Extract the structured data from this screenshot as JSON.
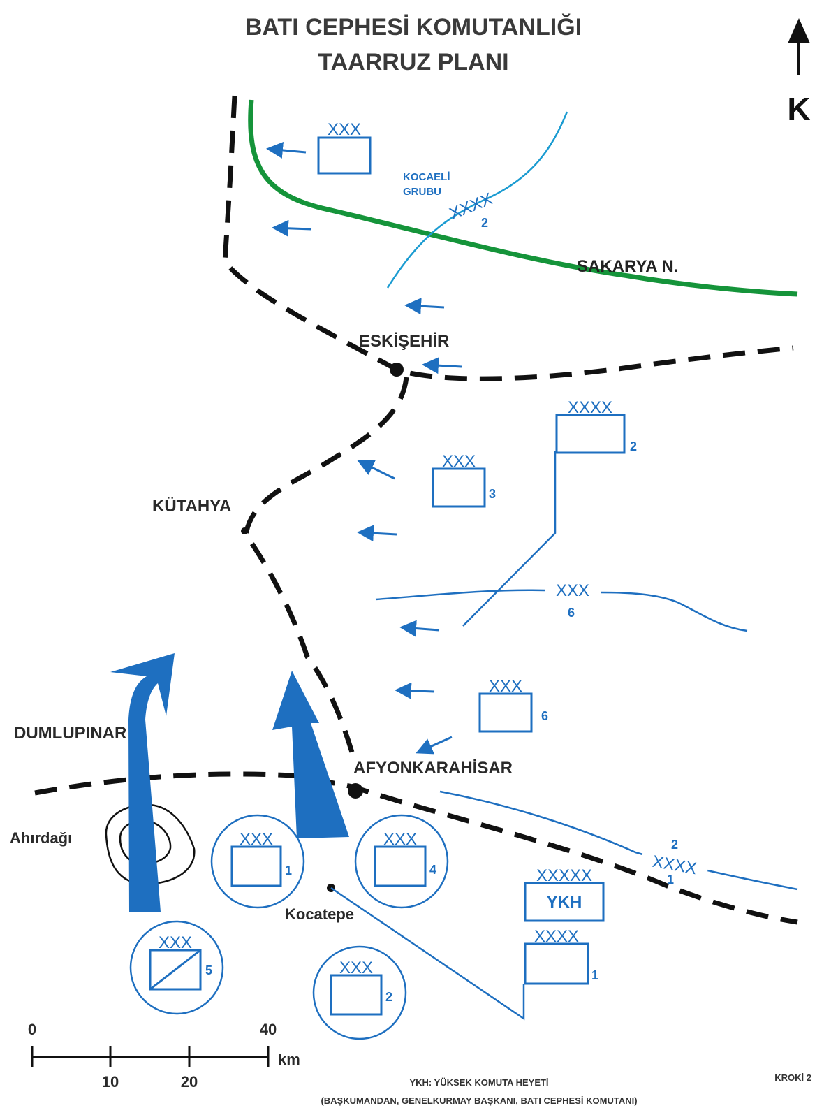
{
  "title": {
    "line1": "BATI CEPHESİ KOMUTANLIĞI",
    "line2": "TAARRUZ PLANI"
  },
  "north": {
    "label": "K"
  },
  "places": {
    "eskisehir": "ESKİŞEHİR",
    "kutahya": "KÜTAHYA",
    "dumlupinar": "DUMLUPINAR",
    "afyonkarahisar": "AFYONKARAHİSAR",
    "ahirdagi": "Ahırdağı",
    "kocatepe": "Kocatepe",
    "sakarya": "SAKARYA N."
  },
  "groups": {
    "kocaeli_line1": "KOCAELİ",
    "kocaeli_line2": "GRUBU"
  },
  "units": {
    "enemy_nw": {
      "echelon": "XXX"
    },
    "enemy_army2": {
      "echelon": "XXXX",
      "number": "2"
    },
    "enemy_corps3": {
      "echelon": "XXX",
      "number": "3"
    },
    "enemy_corps6": {
      "echelon": "XXX",
      "number": "6"
    },
    "own_corps1": {
      "echelon": "XXX",
      "number": "1"
    },
    "own_corps4": {
      "echelon": "XXX",
      "number": "4"
    },
    "own_corps5": {
      "echelon": "XXX",
      "number": "5"
    },
    "own_corps2": {
      "echelon": "XXX",
      "number": "2"
    },
    "ykh": {
      "echelon": "XXXXX",
      "label": "YKH"
    },
    "own_army1": {
      "echelon": "XXXX",
      "number": "1"
    }
  },
  "boundaries": {
    "kocaeli": {
      "echelon": "XXXX",
      "number": "2"
    },
    "corps6": {
      "echelon": "XXX",
      "number": "6"
    },
    "armies": {
      "echelon": "XXXX",
      "number_top": "2",
      "number_bottom": "1"
    }
  },
  "scale": {
    "ticks": [
      {
        "value": "0"
      },
      {
        "value": "10"
      },
      {
        "value": "20"
      },
      {
        "value": "40"
      }
    ],
    "unit": "km"
  },
  "footnote": {
    "line1": "YKH: YÜKSEK KOMUTA HEYETİ",
    "line2": "(BAŞKUMANDAN, GENELKURMAY BAŞKANI, BATI CEPHESİ KOMUTANI)"
  },
  "sketch_label": "KROKİ 2",
  "colors": {
    "blue": "#1e6fc0",
    "teal": "#1a9bd1",
    "river": "#15943a",
    "black": "#111111"
  }
}
